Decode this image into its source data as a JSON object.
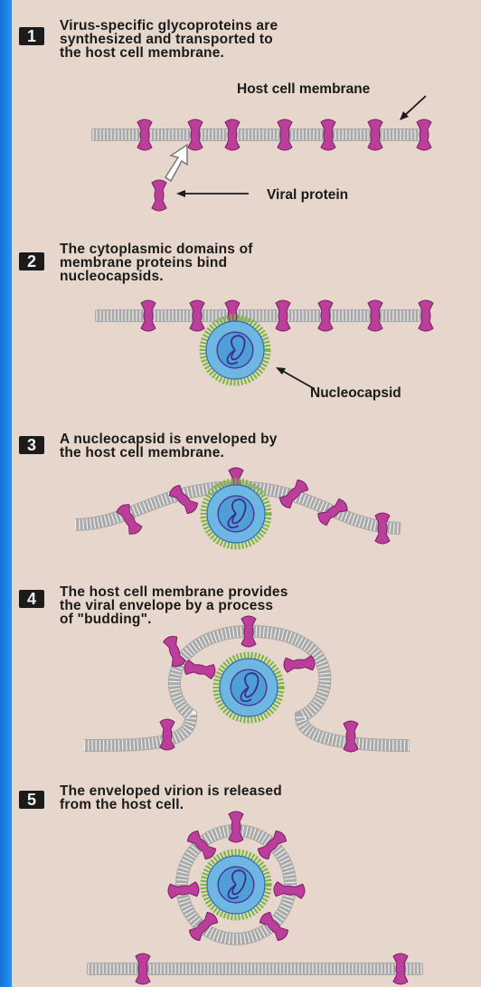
{
  "steps": [
    {
      "number": "1",
      "text": "Virus-specific glycoproteins are\nsynthesized and transported to\nthe host cell membrane."
    },
    {
      "number": "2",
      "text": "The cytoplasmic domains of\nmembrane proteins bind\nnucleocapsids."
    },
    {
      "number": "3",
      "text": "A nucleocapsid is enveloped by\nthe host cell membrane."
    },
    {
      "number": "4",
      "text": "The host cell membrane provides\nthe viral envelope by a process\nof \"budding\"."
    },
    {
      "number": "5",
      "text": "The enveloped virion is released\nfrom the host cell."
    }
  ],
  "labels": {
    "host_cell_membrane": "Host cell membrane",
    "viral_protein": "Viral protein",
    "nucleocapsid": "Nucleocapsid"
  },
  "colors": {
    "panel": "#e7d6cb",
    "slide_blue": "#1d86ea",
    "protein": "#bb3f9a",
    "membrane": "#9e9e9e",
    "capsid_inner": "#6eb7e3",
    "capsid_spikes": "#78b640"
  }
}
